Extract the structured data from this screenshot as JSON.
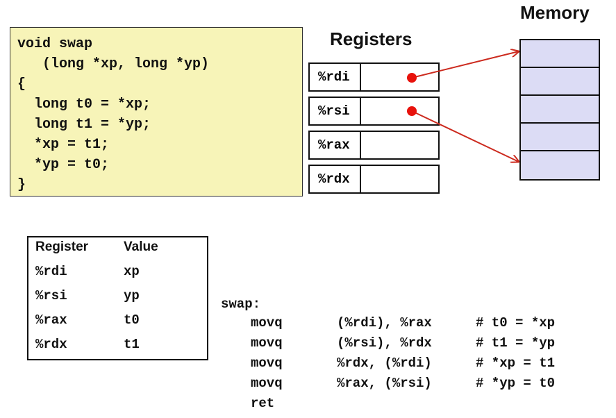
{
  "code": {
    "lines": [
      "void swap",
      "   (long *xp, long *yp)",
      "{",
      "  long t0 = *xp;",
      "  long t1 = *yp;",
      "  *xp = t1;",
      "  *yp = t0;",
      "}"
    ]
  },
  "registers_panel": {
    "title": "Registers",
    "registers": [
      "%rdi",
      "%rsi",
      "%rax",
      "%rdx"
    ]
  },
  "memory_panel": {
    "title": "Memory",
    "cell_count": 5
  },
  "colors": {
    "code_background": "#f7f4b8",
    "memory_fill": "#dcdcf5",
    "arrow": "#cc2a1e",
    "pointer_dot": "#e8120c"
  },
  "register_table": {
    "headers": [
      "Register",
      "Value"
    ],
    "rows": [
      {
        "register": "%rdi",
        "value": "xp"
      },
      {
        "register": "%rsi",
        "value": "yp"
      },
      {
        "register": "%rax",
        "value": "t0"
      },
      {
        "register": "%rdx",
        "value": "t1"
      }
    ]
  },
  "assembly": {
    "label": "swap:",
    "instructions": [
      {
        "op": "movq",
        "operands": "(%rdi), %rax",
        "comment": "# t0 = *xp"
      },
      {
        "op": "movq",
        "operands": "(%rsi), %rdx",
        "comment": "# t1 = *yp"
      },
      {
        "op": "movq",
        "operands": "%rdx, (%rdi)",
        "comment": "# *xp = t1"
      },
      {
        "op": "movq",
        "operands": "%rax, (%rsi)",
        "comment": "# *yp = t0"
      },
      {
        "op": "ret",
        "operands": "",
        "comment": ""
      }
    ]
  }
}
